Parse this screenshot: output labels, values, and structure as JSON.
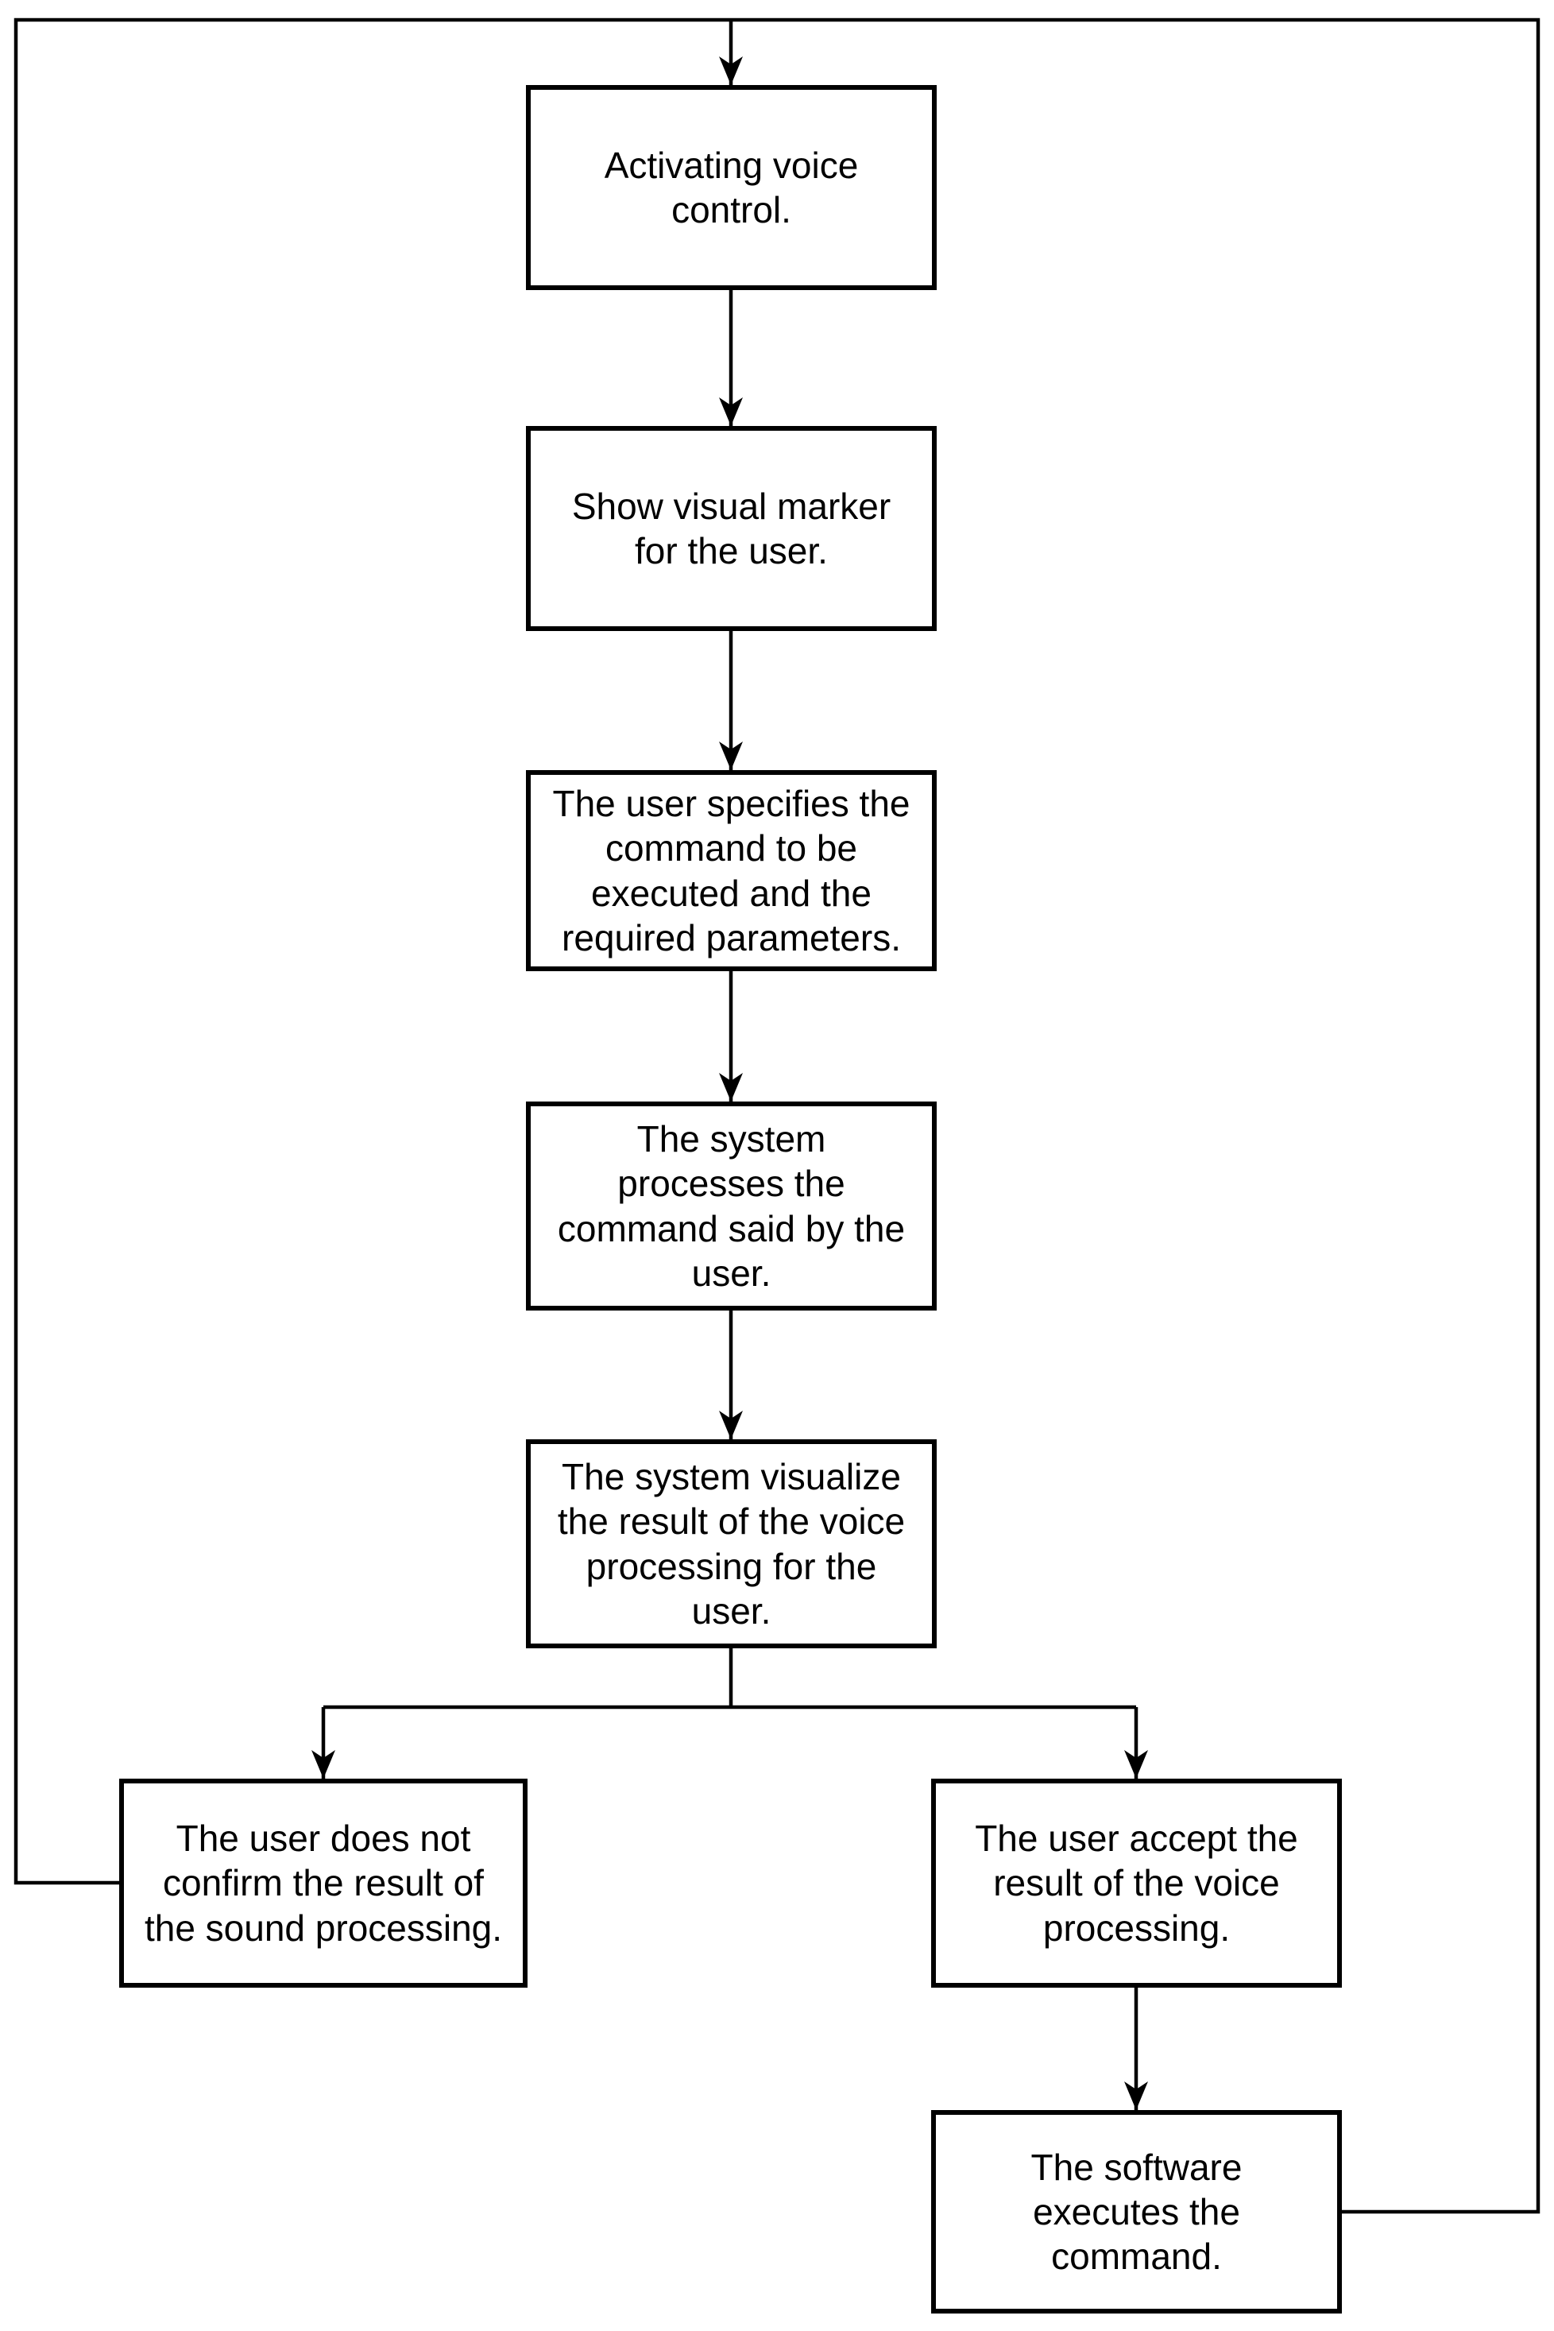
{
  "diagram": {
    "type": "flowchart",
    "colors": {
      "line": "#000000",
      "box_fill": "#ffffff",
      "box_border": "#000000",
      "background": "#ffffff"
    },
    "nodes": {
      "activate": {
        "label": "Activating voice\ncontrol."
      },
      "marker": {
        "label": "Show visual marker\nfor the user."
      },
      "specify": {
        "label": "The user specifies the\ncommand to be\nexecuted and the\nrequired parameters."
      },
      "process": {
        "label": "The system\nprocesses the\ncommand said by the\nuser."
      },
      "visualize": {
        "label": "The system visualize\nthe result of the voice\nprocessing for the\nuser."
      },
      "reject": {
        "label": "The user does not\nconfirm the result of\nthe sound processing."
      },
      "accept": {
        "label": "The user accept the\nresult of the voice\nprocessing."
      },
      "execute": {
        "label": "The software\nexecutes the\ncommand."
      }
    },
    "edges": [
      {
        "from": "activate",
        "to": "marker",
        "arrow": true
      },
      {
        "from": "marker",
        "to": "specify",
        "arrow": true
      },
      {
        "from": "specify",
        "to": "process",
        "arrow": true
      },
      {
        "from": "process",
        "to": "visualize",
        "arrow": true
      },
      {
        "from": "visualize",
        "to": "reject",
        "arrow": true
      },
      {
        "from": "visualize",
        "to": "accept",
        "arrow": true
      },
      {
        "from": "accept",
        "to": "execute",
        "arrow": true
      },
      {
        "from": "reject",
        "to": "activate",
        "arrow": true,
        "route": "loop-left-top"
      },
      {
        "from": "execute",
        "to": "activate",
        "arrow": true,
        "route": "loop-right-top"
      }
    ]
  }
}
